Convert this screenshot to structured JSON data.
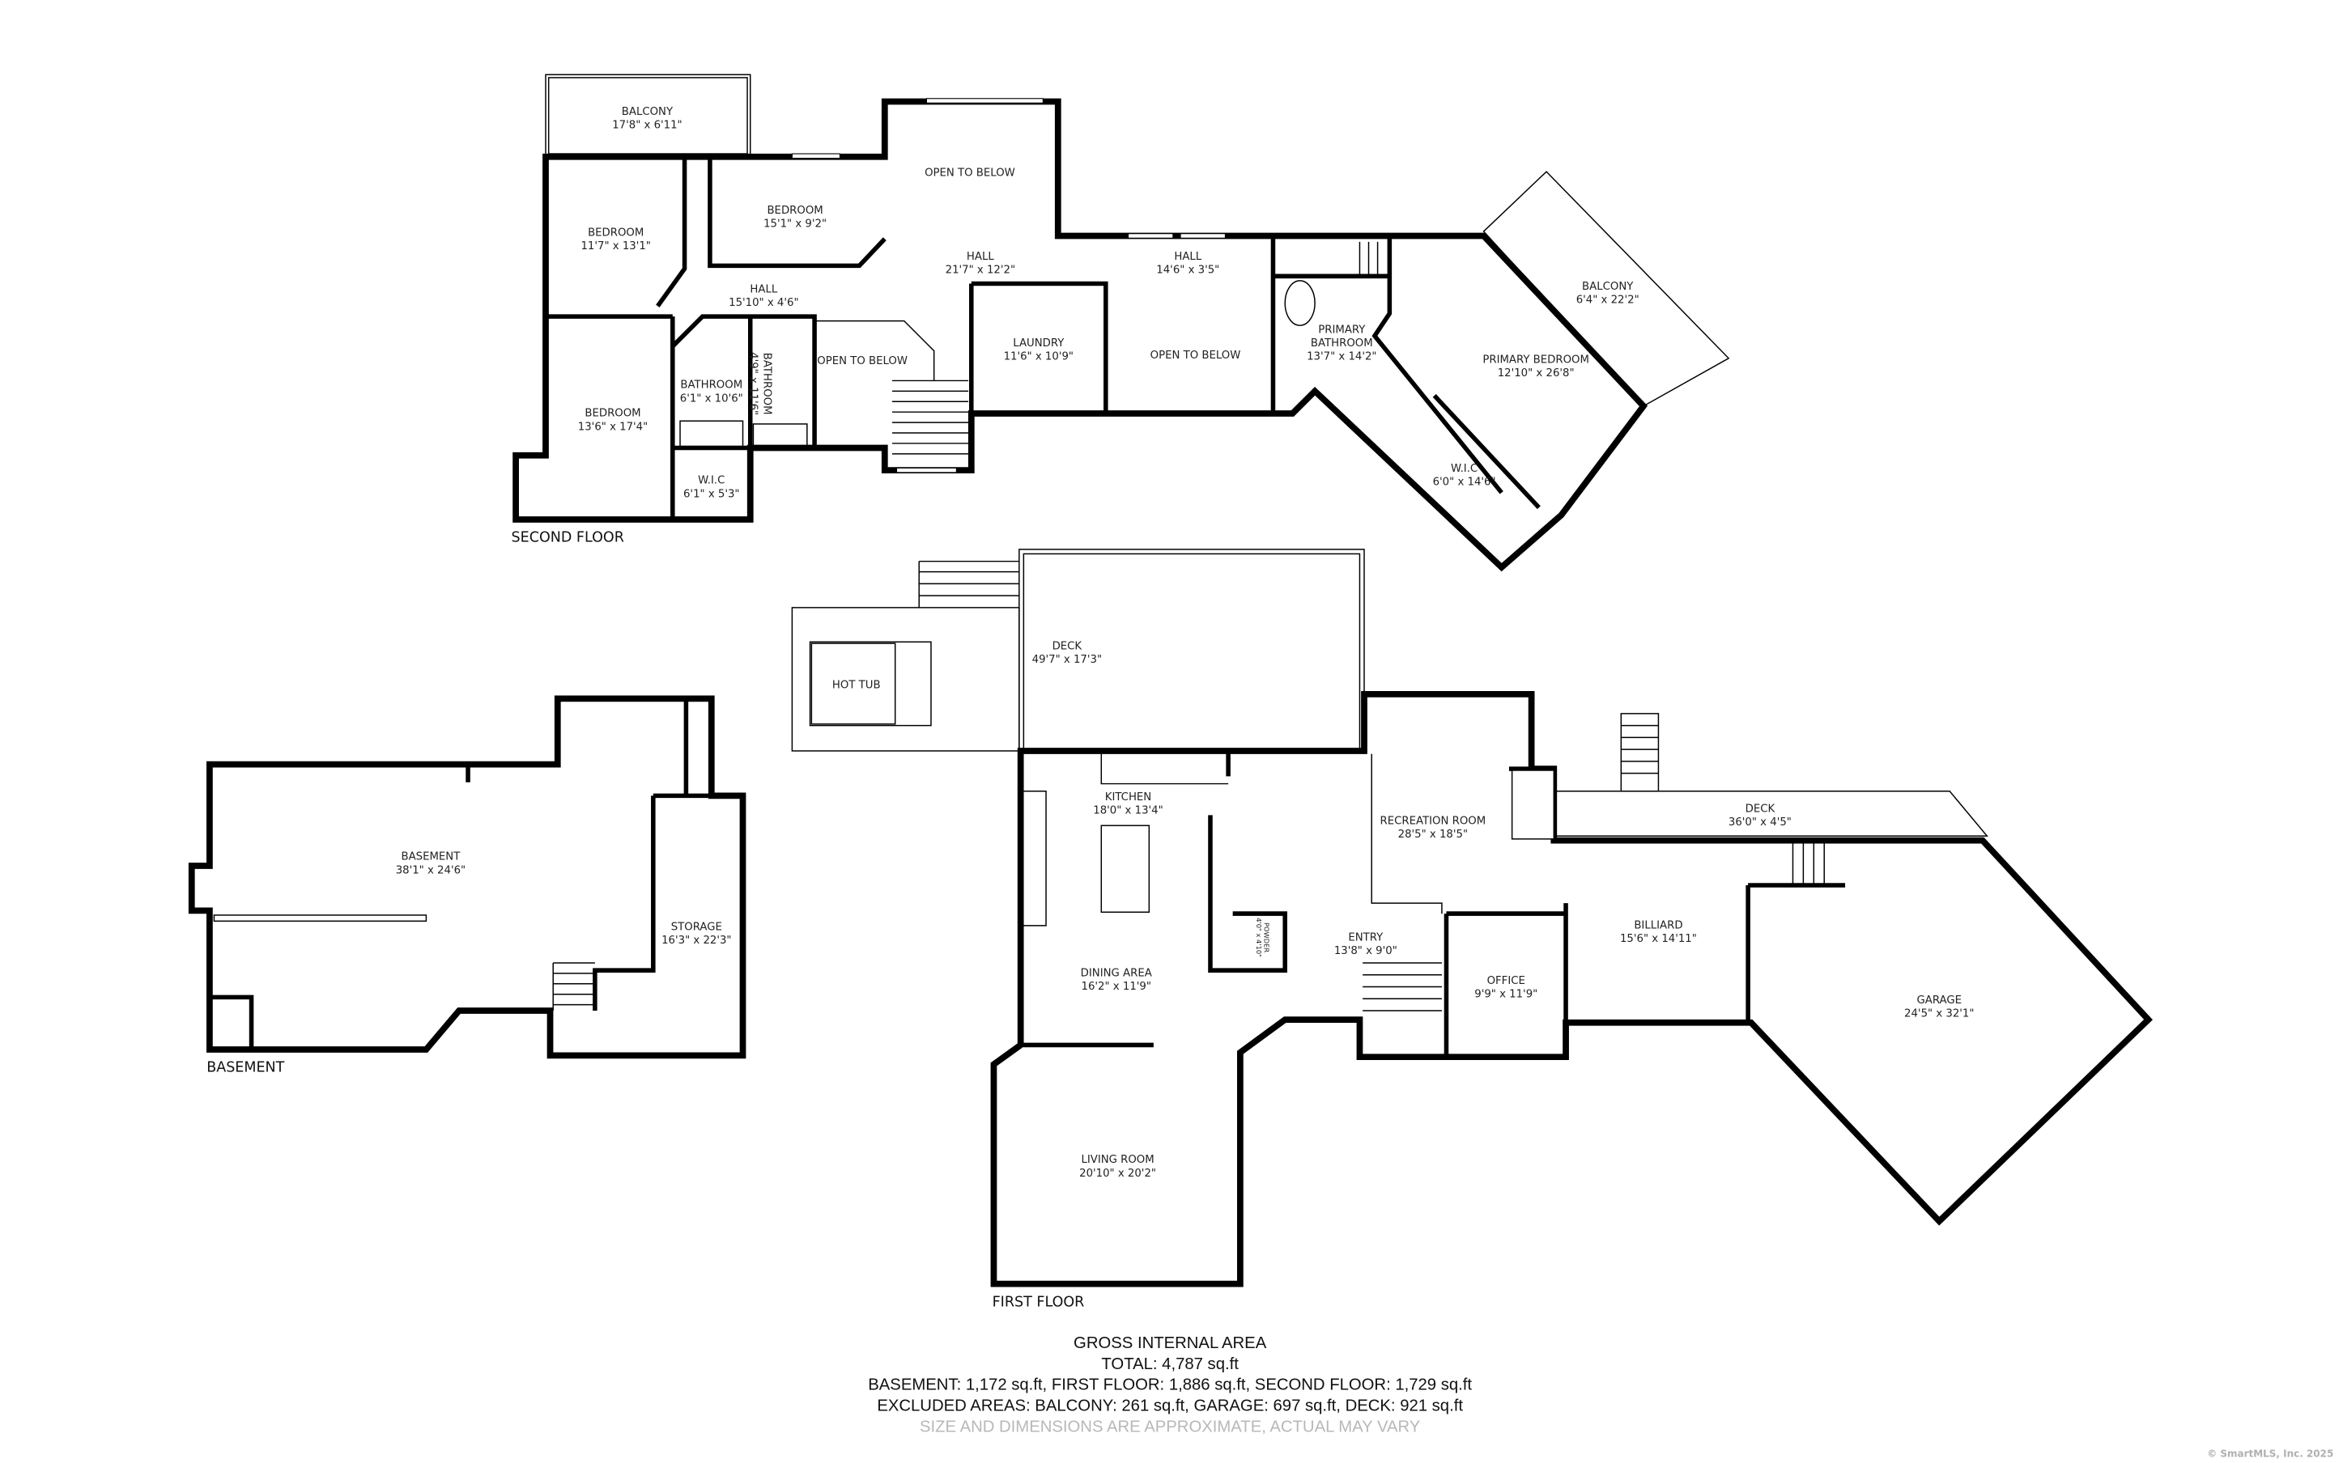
{
  "second_floor": {
    "title": "SECOND FLOOR",
    "rooms": [
      {
        "name": "BALCONY",
        "dims": "17'8\" x 6'11\""
      },
      {
        "name": "BEDROOM",
        "dims": "11'7\" x 13'1\""
      },
      {
        "name": "BEDROOM",
        "dims": "15'1\" x 9'2\""
      },
      {
        "name": "OPEN TO BELOW"
      },
      {
        "name": "HALL",
        "dims": "21'7\" x 12'2\""
      },
      {
        "name": "HALL",
        "dims": "14'6\" x 3'5\""
      },
      {
        "name": "HALL",
        "dims": "15'10\" x 4'6\""
      },
      {
        "name": "LAUNDRY",
        "dims": "11'6\" x 10'9\""
      },
      {
        "name": "OPEN TO BELOW"
      },
      {
        "name": "OPEN TO BELOW"
      },
      {
        "name": "BATHROOM",
        "dims": "4'9\" x 11'6\""
      },
      {
        "name": "BATHROOM",
        "dims": "6'1\" x 10'6\""
      },
      {
        "name": "BEDROOM",
        "dims": "13'6\" x 17'4\""
      },
      {
        "name": "W.I.C",
        "dims": "6'1\" x 5'3\""
      },
      {
        "name": "PRIMARY",
        "name2": "BATHROOM",
        "dims": "13'7\" x 14'2\""
      },
      {
        "name": "PRIMARY BEDROOM",
        "dims": "12'10\" x 26'8\""
      },
      {
        "name": "BALCONY",
        "dims": "6'4\" x 22'2\""
      },
      {
        "name": "W.I.C",
        "dims": "6'0\" x 14'6\""
      }
    ]
  },
  "first_floor": {
    "title": "FIRST FLOOR",
    "rooms": [
      {
        "name": "HOT TUB"
      },
      {
        "name": "DECK",
        "dims": "49'7\" x 17'3\""
      },
      {
        "name": "KITCHEN",
        "dims": "18'0\" x 13'4\""
      },
      {
        "name": "RECREATION ROOM",
        "dims": "28'5\" x 18'5\""
      },
      {
        "name": "DECK",
        "dims": "36'0\" x 4'5\""
      },
      {
        "name": "DINING AREA",
        "dims": "16'2\" x 11'9\""
      },
      {
        "name": "ENTRY",
        "dims": "13'8\" x 9'0\""
      },
      {
        "name": "OFFICE",
        "dims": "9'9\" x 11'9\""
      },
      {
        "name": "BILLIARD",
        "dims": "15'6\" x 14'11\""
      },
      {
        "name": "GARAGE",
        "dims": "24'5\" x 32'1\""
      },
      {
        "name": "LIVING ROOM",
        "dims": "20'10\" x 20'2\""
      },
      {
        "name": "POWDER",
        "dims": "4'0\" x 4'10\""
      }
    ]
  },
  "basement": {
    "title": "BASEMENT",
    "rooms": [
      {
        "name": "BASEMENT",
        "dims": "38'1\" x 24'6\""
      },
      {
        "name": "STORAGE",
        "dims": "16'3\" x 22'3\""
      }
    ]
  },
  "summary": {
    "heading": "GROSS INTERNAL AREA",
    "total": "TOTAL: 4,787 sq.ft",
    "floors": "BASEMENT: 1,172 sq.ft, FIRST FLOOR: 1,886 sq.ft, SECOND FLOOR: 1,729 sq.ft",
    "excluded": "EXCLUDED AREAS: BALCONY: 261 sq.ft, GARAGE: 697 sq.ft, DECK: 921 sq.ft",
    "disclaimer": "SIZE AND DIMENSIONS ARE APPROXIMATE, ACTUAL MAY VARY"
  },
  "copyright": "© SmartMLS, Inc.  2025",
  "colors": {
    "wall": "#000000",
    "text": "#222222",
    "disclaimer": "#b8b8b8",
    "background": "#ffffff"
  }
}
